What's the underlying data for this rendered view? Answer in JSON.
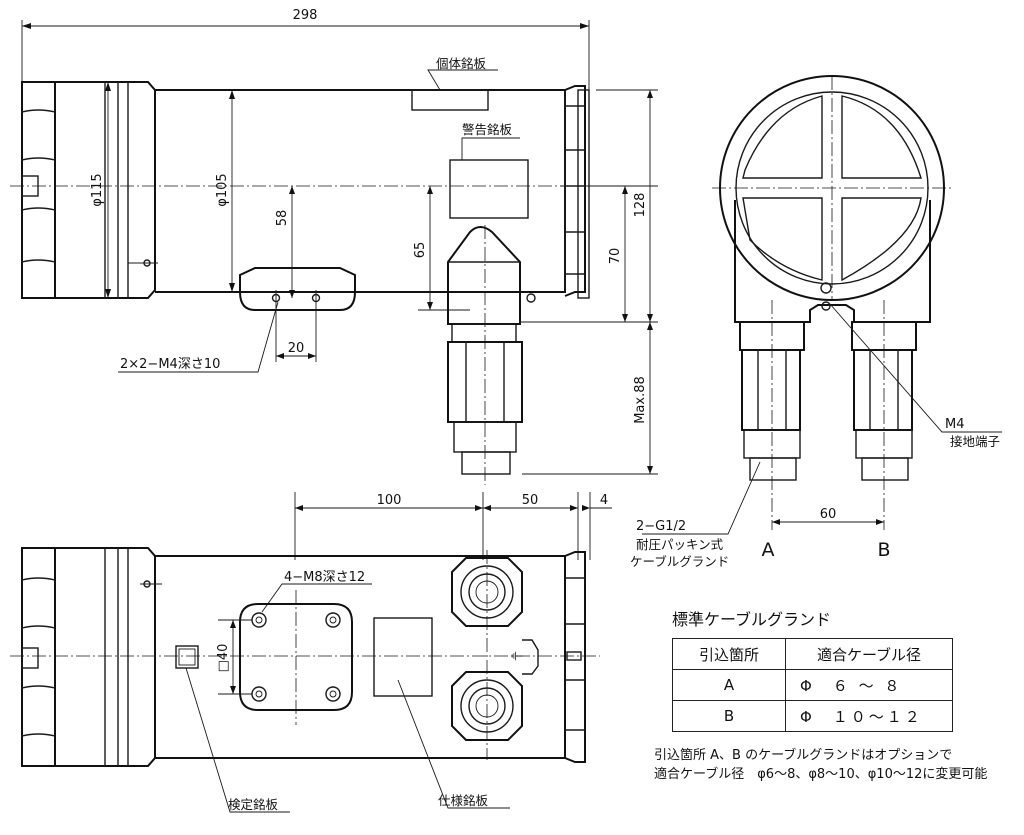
{
  "dims": {
    "overall_length": "298",
    "dia_115": "φ115",
    "dia_105": "φ105",
    "d58": "58",
    "d65": "65",
    "d20": "20",
    "d70": "70",
    "d128": "128",
    "max88": "Max.88",
    "d100": "100",
    "d50": "50",
    "d4": "4",
    "d60": "60",
    "sq40": "□40"
  },
  "labels": {
    "individual_plate": "個体銘板",
    "warning_plate": "警告銘板",
    "mount_holes": "2×2−M4深さ10",
    "mount_holes_bottom": "4−M8深さ12",
    "ground_m4": "M4",
    "ground_terminal": "接地端子",
    "gland_size": "2−G1/2",
    "gland_type_line1": "耐圧パッキン式",
    "gland_type_line2": "ケーブルグランド",
    "port_a": "A",
    "port_b": "B",
    "inspection_plate": "検定銘板",
    "spec_plate": "仕様銘板",
    "earth_mark": "⏚"
  },
  "table": {
    "title": "標準ケーブルグランド",
    "col1": "引込箇所",
    "col2": "適合ケーブル径",
    "rows": [
      {
        "port": "A",
        "range": "Φ　６ ～ ８"
      },
      {
        "port": "B",
        "range": "Φ　１０～１２"
      }
    ]
  },
  "note": {
    "line1": "引込箇所 A、B のケーブルグランドはオプションで",
    "line2": "適合ケーブル径　φ6～8、φ8～10、φ10～12に変更可能"
  }
}
